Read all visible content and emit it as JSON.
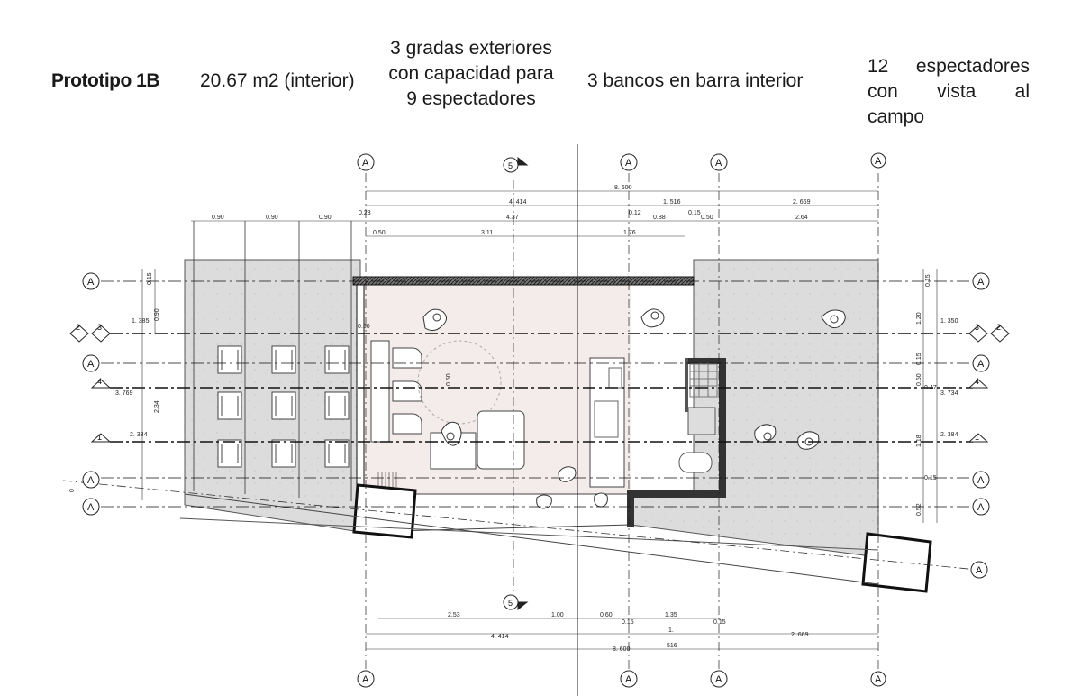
{
  "header": {
    "title": "Prototipo 1B",
    "area": "20.67 m2 (interior)",
    "gradas": [
      "3 gradas exteriores",
      "con capacidad para",
      "9 espectadores"
    ],
    "bancos": "3 bancos en barra interior",
    "espectadores": [
      "12 espectadores",
      "con vista al",
      "campo"
    ]
  },
  "plan": {
    "grid_letter": "A",
    "section_marker": "5",
    "left_axes": [
      "2",
      "3",
      "4",
      "1"
    ],
    "right_axes": [
      "3",
      "2",
      "4",
      "1"
    ],
    "dims_top": {
      "total": "8. 600",
      "left": "4. 414",
      "mid": "1. 516",
      "right": "2. 669",
      "bleach_1": "0.90",
      "bleach_2": "0.90",
      "bleach_3": "0.90",
      "wall_a": "0.23",
      "interior": "4.37",
      "r1": "0.12",
      "r2": "0.88",
      "r3": "0.15",
      "r4": "0.50",
      "r5": "2.64",
      "inner_a": "0.50",
      "inner_b": "3.11",
      "inner_c": "1.76"
    },
    "dims_bottom": {
      "b1": "2.53",
      "b2": "1.00",
      "b3": "0.60",
      "b4": "0.15",
      "b5": "1.35",
      "b6": "0.15",
      "left": "4. 414",
      "mid": "1.",
      "right": "2. 669",
      "total": "8. 600",
      "sub": "516"
    },
    "dims_left": {
      "a": "0.15",
      "b": "1. 385",
      "c": "0.90",
      "d": "0.50",
      "e": "3. 769",
      "f": "2.34",
      "g": "2. 384",
      "h": "0"
    },
    "dims_right": {
      "a": "0.15",
      "b": "1. 350",
      "c": "1.20",
      "d": "0.15",
      "e": "0.50",
      "f": "0.47",
      "g": "3. 734",
      "h": "2. 384",
      "i": "1.18",
      "j": "0.15",
      "k": "0.52"
    },
    "dims_interior": {
      "a": "0.50"
    }
  }
}
